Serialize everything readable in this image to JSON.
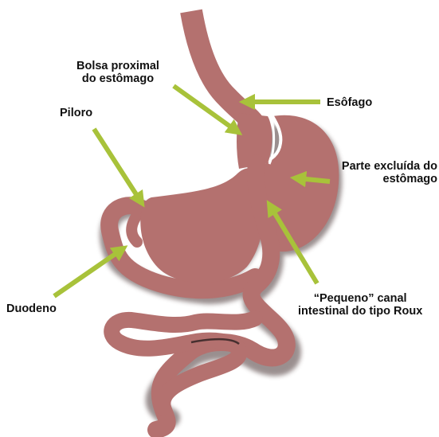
{
  "labels": {
    "bolsa": [
      "Bolsa proximal",
      "do estômago"
    ],
    "esofago": [
      "Esôfago"
    ],
    "piloro": [
      "Piloro"
    ],
    "parte_excluida": [
      "Parte excluída do",
      "estômago"
    ],
    "duodeno": [
      "Duodeno"
    ],
    "roux": [
      "“Pequeno” canal",
      "intestinal do tipo Roux"
    ]
  },
  "colors": {
    "organ": "#b4716f",
    "organ_dark": "#9a5c5a",
    "shadow": "#4a3434",
    "arrow": "#a8c23a",
    "text": "#111111"
  }
}
